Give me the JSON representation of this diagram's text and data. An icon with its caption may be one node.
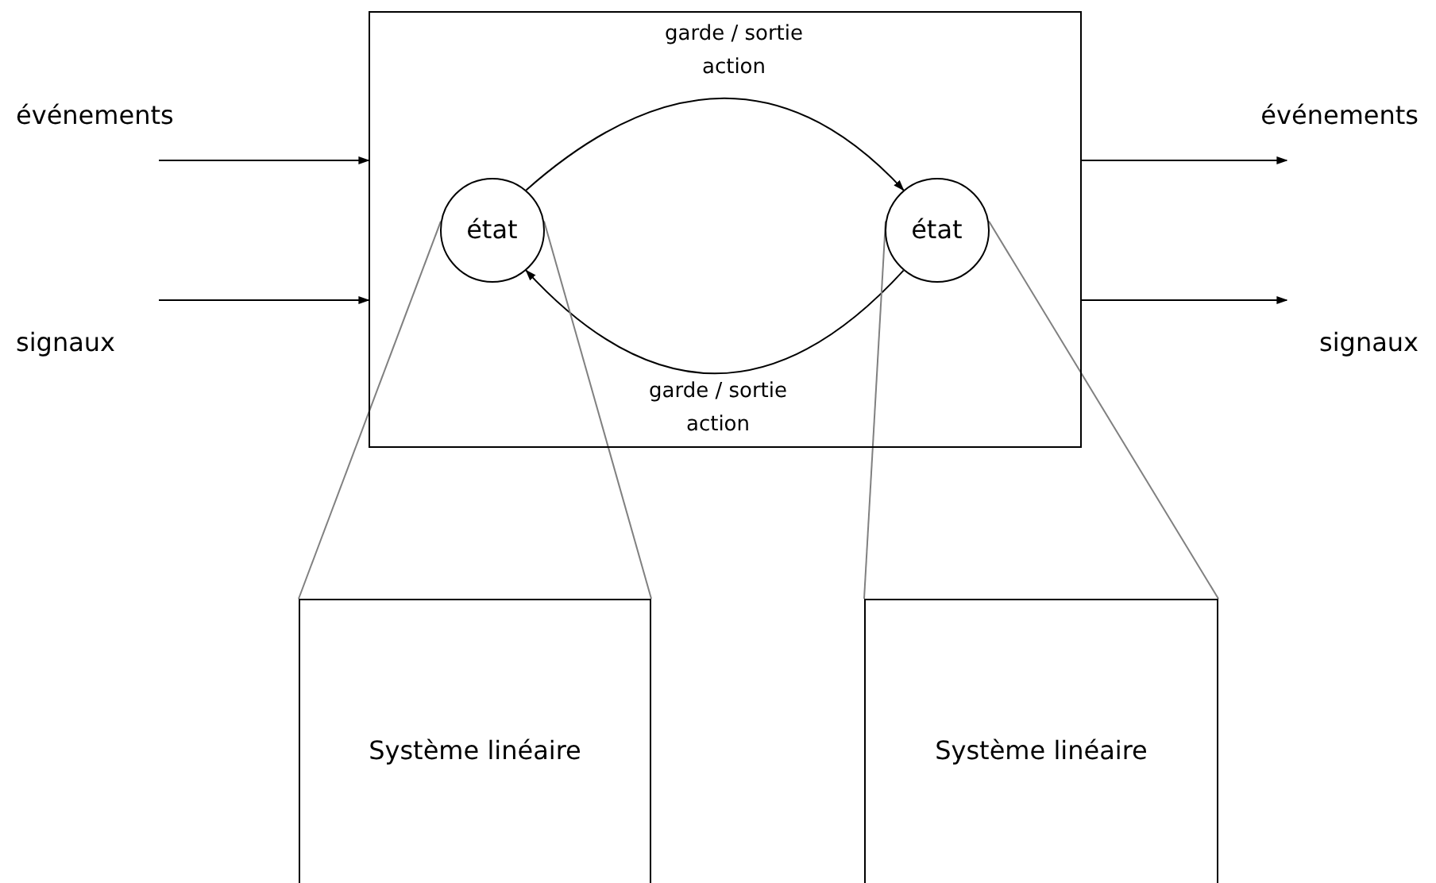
{
  "diagram": {
    "nodes": [
      {
        "text": [],
        "shape": "box"
      },
      {
        "text": [
          "état"
        ],
        "in": 0
      },
      {
        "text": [
          "état"
        ],
        "in": 0
      },
      {
        "text": [
          "Système linéaire"
        ]
      },
      {
        "text": [
          "Système linéaire"
        ]
      }
    ],
    "edges": [
      {
        "from": null,
        "to": 0,
        "arrow": "to"
      },
      {
        "from": null,
        "to": 0,
        "arrow": "to"
      },
      {
        "from": 0,
        "to": null,
        "arrow": "to"
      },
      {
        "from": 0,
        "to": null,
        "arrow": "to"
      },
      {
        "from": 1,
        "to": 2,
        "arrow": "to",
        "label": "garde / sortie action"
      },
      {
        "from": 2,
        "to": 1,
        "arrow": "to",
        "label": "garde / sortie action"
      },
      {
        "from": 1,
        "to": 3,
        "arrow": "none",
        "color": "#808080"
      },
      {
        "from": 1,
        "to": 3,
        "arrow": "none",
        "color": "#808080"
      },
      {
        "from": 2,
        "to": 4,
        "arrow": "none",
        "color": "#808080"
      },
      {
        "from": 2,
        "to": 4,
        "arrow": "none",
        "color": "#808080"
      }
    ],
    "labels": [
      "événements",
      "signaux",
      "événements",
      "signaux"
    ]
  }
}
